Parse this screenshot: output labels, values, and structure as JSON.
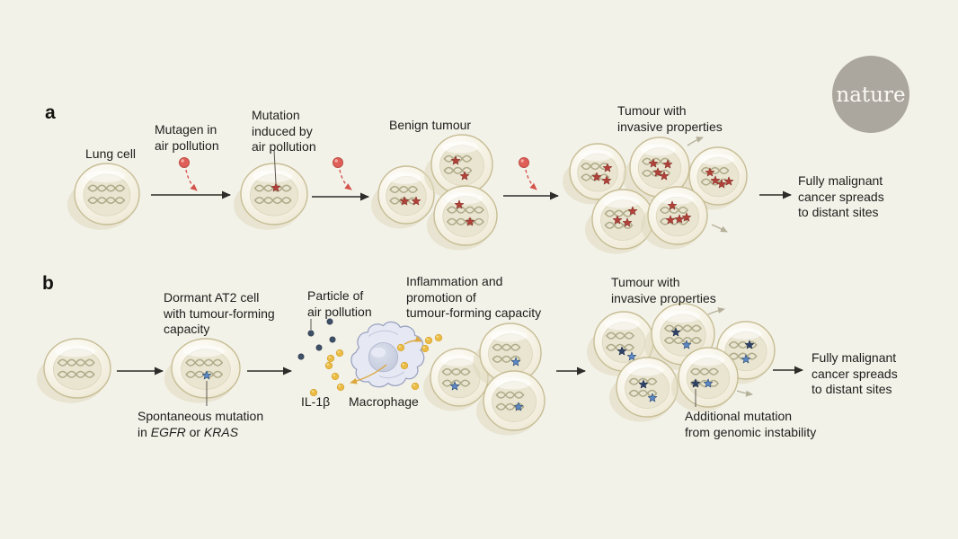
{
  "background_color": "#f3f2e9",
  "branding": {
    "logo_text": "nature"
  },
  "panel_a": {
    "letter": "a",
    "labels": {
      "lung_cell": "Lung cell",
      "mutagen": "Mutagen in\nair pollution",
      "mutation_induced": "Mutation\ninduced by\nair pollution",
      "benign_tumour": "Benign tumour",
      "tumour_invasive": "Tumour with\ninvasive properties",
      "fully_malignant": "Fully malignant\ncancer spreads\nto distant sites"
    }
  },
  "panel_b": {
    "letter": "b",
    "labels": {
      "dormant_at2": "Dormant AT2 cell\nwith tumour-forming\ncapacity",
      "spontaneous_prefix": "Spontaneous mutation\nin ",
      "gene_1": "EGFR",
      "spontaneous_middle": " or ",
      "gene_2": "KRAS",
      "particle": "Particle of\nair pollution",
      "inflammation": "Inflammation and\npromotion of\ntumour-forming capacity",
      "il1b": "IL-1β",
      "macrophage": "Macrophage",
      "tumour_invasive": "Tumour with\ninvasive properties",
      "additional_mutation": "Additional mutation\nfrom genomic instability",
      "fully_malignant": "Fully malignant\ncancer spreads\nto distant sites"
    }
  },
  "colors": {
    "red_mutation": "#b2423a",
    "navy_mutation": "#2f4368",
    "blue_mutation": "#5d8ac7",
    "mutagen_particle": "#df5f58",
    "pollution_particle": "#3e5066",
    "il1b_molecule": "#eabc45",
    "macrophage_body": "#e6e9f4",
    "cell_border": "#c7bd95",
    "logo_gray": "#aba79f"
  }
}
